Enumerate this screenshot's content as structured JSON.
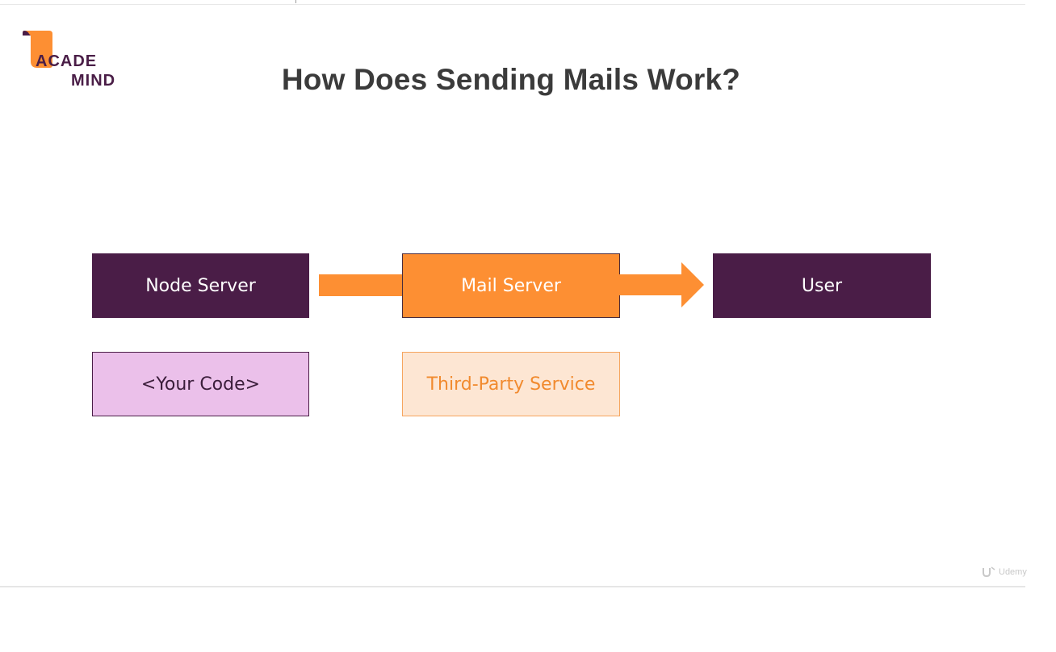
{
  "logo": {
    "line1": "ACADE",
    "line2": "MIND"
  },
  "title": "How Does Sending Mails Work?",
  "diagram": {
    "row1": {
      "node_server": "Node Server",
      "mail_server": "Mail Server",
      "user": "User"
    },
    "row2": {
      "your_code": "<Your Code>",
      "third_party": "Third-Party Service"
    }
  },
  "watermark": {
    "text": "Udemy",
    "icon": "udemy-logo-icon"
  },
  "colors": {
    "aubergine": "#4a1d47",
    "orange": "#fd8f33",
    "light_pink": "#ebc0ea",
    "light_peach": "#fde6d3",
    "title_gray": "#3b3b3b"
  }
}
